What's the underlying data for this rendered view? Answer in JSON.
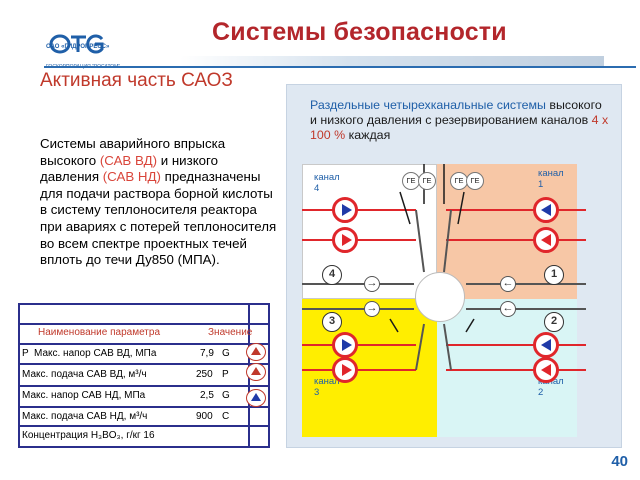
{
  "header": {
    "title": "Системы безопасности",
    "logo_text": "ОАО «ГИДРОПРЕСС»",
    "logo_subline": "ГОСКОРПОРАЦИЯ \"РОСАТОМ\""
  },
  "left": {
    "section_title": "Активная часть САОЗ",
    "desc_1": "Системы аварийного впрыска высокого ",
    "desc_hp": "(САВ ВД)",
    "desc_2": " и низкого давления ",
    "desc_lp": "(САВ НД)",
    "desc_3": " предназначены  для подачи раствора борной  кислоты в систему теплоносителя реактора при авариях с потерей теплоносителя во всем спектре проектных течей вплоть до течи Ду850 (МПА)."
  },
  "table": {
    "header_param": "Наименование параметра",
    "header_value": "Значение",
    "rows": [
      {
        "prefix": "P",
        "param": "Макс. напор САВ ВД, МПа",
        "value": "7,9",
        "unit": "G"
      },
      {
        "prefix": "",
        "param": "Макс. подача САВ ВД, м³/ч",
        "value": "250",
        "unit": "P"
      },
      {
        "prefix": "",
        "param": "Макс. напор САВ НД, МПа",
        "value": "2,5",
        "unit": "G"
      },
      {
        "prefix": "",
        "param": "Макс. подача САВ НД, м³/ч",
        "value": "900",
        "unit": "C"
      },
      {
        "prefix": "",
        "param": "Концентрация H₃BO₃, г/кг 16",
        "value": "",
        "unit": ""
      }
    ]
  },
  "panel": {
    "text_1": "Раздельные четырехканальные системы",
    "text_2": " высокого и низкого давления с резервированием каналов ",
    "text_red": "4 х 100 %",
    "text_3": " каждая",
    "channel_4": "канал 4",
    "channel_1": "канал 1",
    "channel_3": "канал 3",
    "channel_2": "канал 2",
    "ge_label": "ГЕ",
    "num_1": "1",
    "num_2": "2",
    "num_3": "3",
    "num_4": "4"
  },
  "colors": {
    "title_red": "#b3262b",
    "brand_blue": "#1f5fa8",
    "quad_peach": "#f7c7a6",
    "quad_yellow": "#ffee00",
    "quad_cyan": "#d9f5f5",
    "pump_red": "#e0262b"
  },
  "page_number": "40"
}
